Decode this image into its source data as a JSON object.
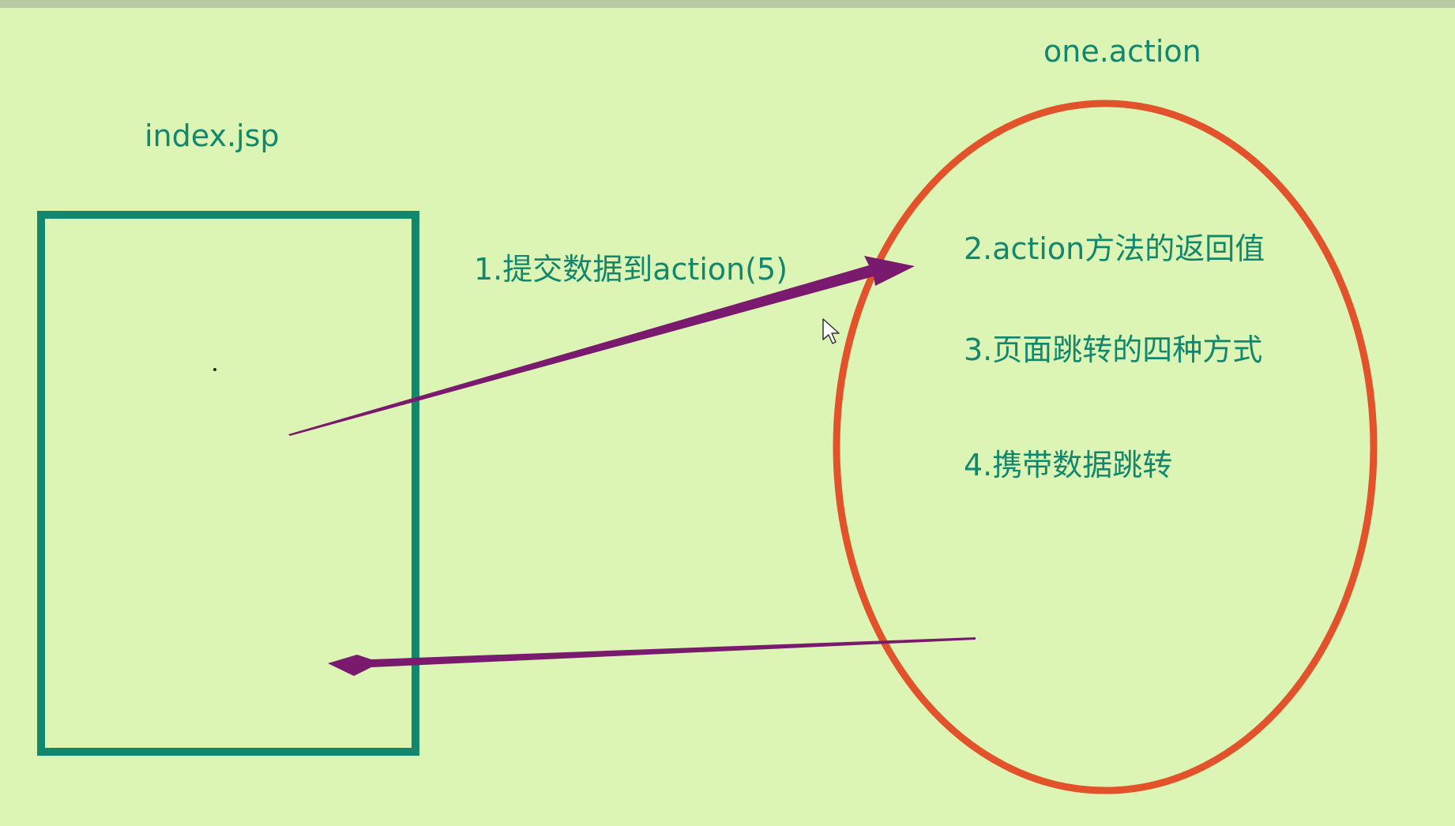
{
  "diagram": {
    "page_label": "index.jsp",
    "action_label": "one.action",
    "steps": [
      "1.提交数据到action(5)",
      "2.action方法的返回值",
      "3.页面跳转的四种方式",
      "4.携带数据跳转"
    ]
  },
  "colors": {
    "background": "#dcf5b5",
    "box_stroke": "#12876e",
    "ellipse_stroke": "#e2532c",
    "arrow_fill": "#7a1a6e",
    "text": "#12876e"
  },
  "icons": {
    "cursor": "mouse-cursor-icon"
  }
}
